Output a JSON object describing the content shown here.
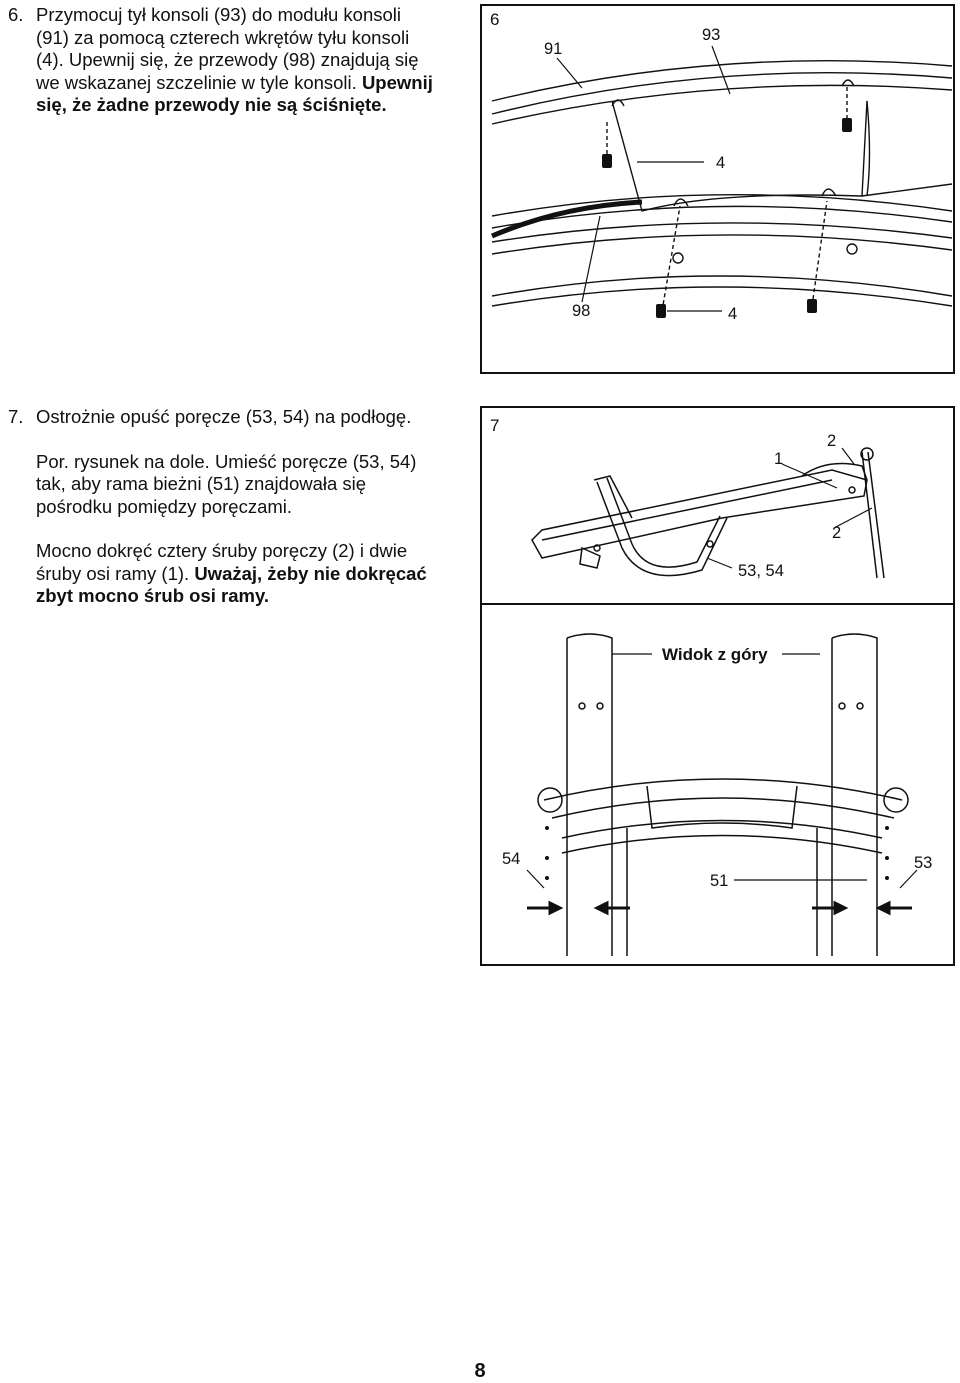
{
  "step6": {
    "number": "6.",
    "line1": "Przymocuj tył konsoli (93) do modułu konsoli",
    "line2": "(91) za pomocą czterech wkrętów tyłu konsoli",
    "line3": "(4). Upewnij się, że przewody (98) znajdują się",
    "line4": "we wskazanej szczelinie w tyle konsoli. ",
    "line4_bold": "Upewnij",
    "line5_bold": "się, że żadne przewody nie są ściśnięte."
  },
  "figure6": {
    "number": "6",
    "callouts": {
      "console_module": "91",
      "console_back": "93",
      "screw_upper": "4",
      "wires": "98",
      "screw_lower": "4"
    }
  },
  "step7": {
    "number": "7.",
    "line1": "Ostrożnie opuść poręcze (53, 54) na podłogę.",
    "line2": "Por. rysunek na dole. Umieść poręcze (53, 54)",
    "line3": "tak, aby rama bieżni (51) znajdowała się",
    "line4": "pośrodku pomiędzy poręczami.",
    "line5": "Mocno dokręć cztery śruby poręczy (2) i dwie",
    "line6": "śruby osi ramy (1). ",
    "line6_bold": "Uważaj, żeby nie dokręcać",
    "line7_bold": "zbyt mocno śrub osi ramy."
  },
  "figure7": {
    "number": "7",
    "callouts": {
      "axle_bolt": "1",
      "handrail_bolt_top": "2",
      "handrail_bolt_bottom": "2",
      "handrails": "53, 54"
    }
  },
  "figure_top": {
    "title": "Widok z góry",
    "callouts": {
      "left_rail": "54",
      "frame": "51",
      "right_rail": "53"
    }
  },
  "page_number": "8"
}
